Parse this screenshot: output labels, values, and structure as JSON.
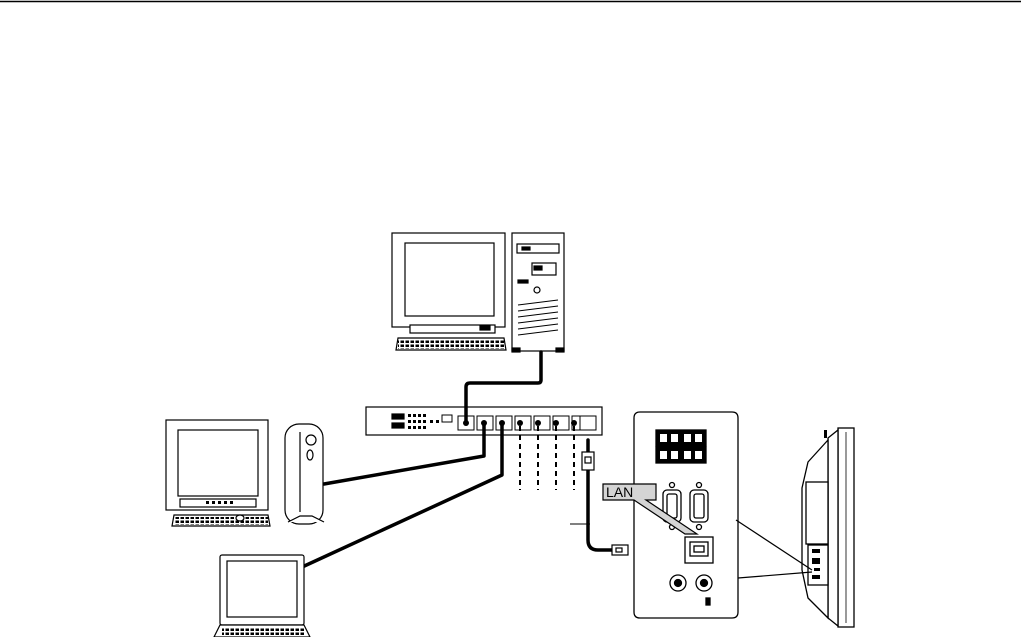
{
  "diagram": {
    "callout_label": "LAN",
    "colors": {
      "line": "#000000",
      "panel_fill": "#ffffff",
      "label_fill": "#d4d4d4",
      "page": "#ffffff"
    },
    "nodes": [
      {
        "id": "server-pc",
        "kind": "desktop-tower",
        "icon": "desktop-computer-icon"
      },
      {
        "id": "hub",
        "kind": "network-hub",
        "icon": "network-hub-icon",
        "ports": 8
      },
      {
        "id": "client-pc",
        "kind": "slim-desktop",
        "icon": "desktop-computer-icon"
      },
      {
        "id": "laptop",
        "kind": "notebook",
        "icon": "laptop-icon"
      },
      {
        "id": "display-panel",
        "kind": "terminal-panel",
        "icon": "connector-panel-icon"
      },
      {
        "id": "display",
        "kind": "flat-panel-side",
        "icon": "monitor-side-icon"
      }
    ],
    "connections": [
      {
        "from": "server-pc",
        "to": "hub"
      },
      {
        "from": "client-pc",
        "to": "hub"
      },
      {
        "from": "laptop",
        "to": "hub"
      },
      {
        "from": "hub",
        "to": "display-panel"
      }
    ]
  }
}
